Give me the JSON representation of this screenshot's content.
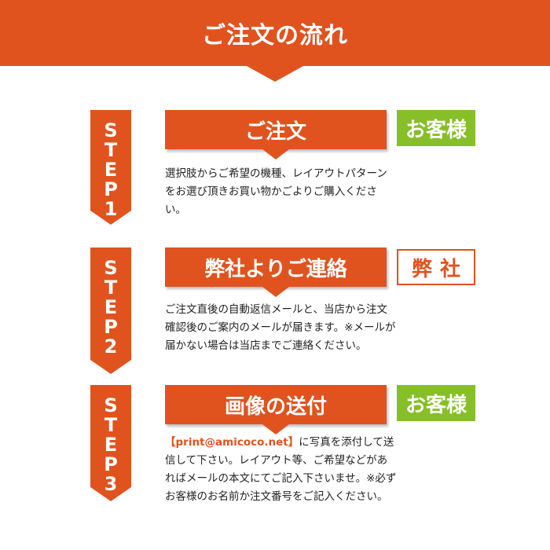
{
  "header": {
    "title": "ご注文の流れ"
  },
  "steps": [
    {
      "label": [
        "S",
        "T",
        "E",
        "P",
        "1"
      ],
      "title": "ご注文",
      "role": "お客様",
      "description": "選択肢からご希望の機種、レイアウトパターンをお選び頂きお買い物かごよりご購入ください。"
    },
    {
      "label": [
        "S",
        "T",
        "E",
        "P",
        "2"
      ],
      "title": "弊社よりご連絡",
      "role": "弊社",
      "description": "ご注文直後の自動返信メールと、当店から注文確認後のご案内のメールが届きます。※メールが届かない場合は当店までご連絡ください。"
    },
    {
      "label": [
        "S",
        "T",
        "E",
        "P",
        "3"
      ],
      "title": "画像の送付",
      "role": "お客様",
      "email": "【print@amicoco.net】",
      "description": "に写真を添付して送信して下さい。レイアウト等、ご希望などがあればメールの本文にてご記入下さいませ。※必ずお客様のお名前か注文番号をご記入ください。"
    }
  ],
  "colors": {
    "accent": "#e0531f",
    "customer": "#86bf27"
  }
}
